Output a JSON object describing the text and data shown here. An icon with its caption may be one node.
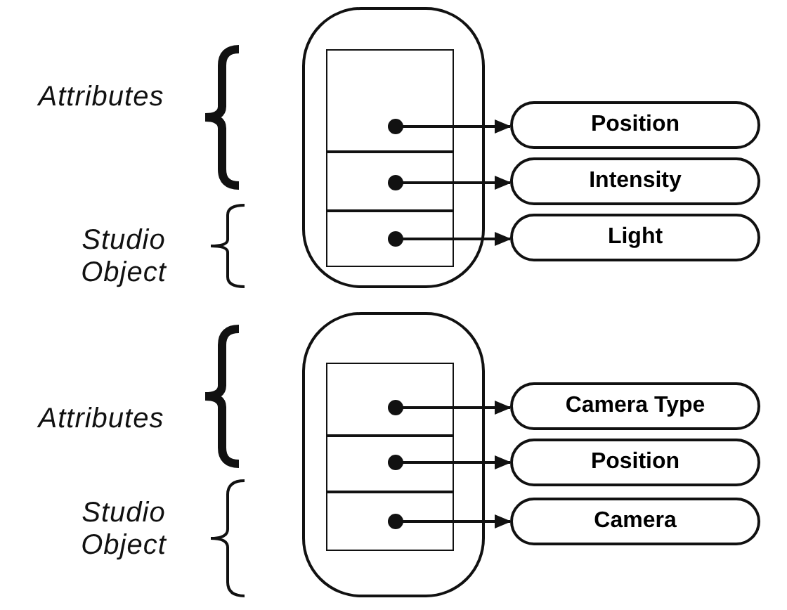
{
  "diagram": {
    "nodes": [
      {
        "text": [],
        "shape": "box"
      },
      {
        "text": [],
        "shape": "box",
        "in": 0
      },
      {
        "text": [],
        "shape": "box",
        "in": 0
      },
      {
        "text": [],
        "shape": "box",
        "in": 0
      },
      {
        "text": [
          "Position"
        ]
      },
      {
        "text": [
          "Intensity"
        ]
      },
      {
        "text": [
          "Light"
        ]
      },
      {
        "text": [],
        "shape": "box"
      },
      {
        "text": [],
        "shape": "box",
        "in": 7
      },
      {
        "text": [],
        "shape": "box",
        "in": 7
      },
      {
        "text": [],
        "shape": "box",
        "in": 7
      },
      {
        "text": [
          "Camera Type"
        ]
      },
      {
        "text": [
          "Position"
        ]
      },
      {
        "text": [
          "Camera"
        ]
      }
    ],
    "edges": [
      {
        "from": 1,
        "to": 4,
        "arrow": "to"
      },
      {
        "from": 2,
        "to": 5,
        "arrow": "to"
      },
      {
        "from": 3,
        "to": 6,
        "arrow": "to"
      },
      {
        "from": 8,
        "to": 11,
        "arrow": "to"
      },
      {
        "from": 9,
        "to": 12,
        "arrow": "to"
      },
      {
        "from": 10,
        "to": 13,
        "arrow": "to"
      }
    ],
    "labels": [
      "Attributes",
      "Studio Object",
      "Attributes",
      "Studio Object"
    ]
  }
}
